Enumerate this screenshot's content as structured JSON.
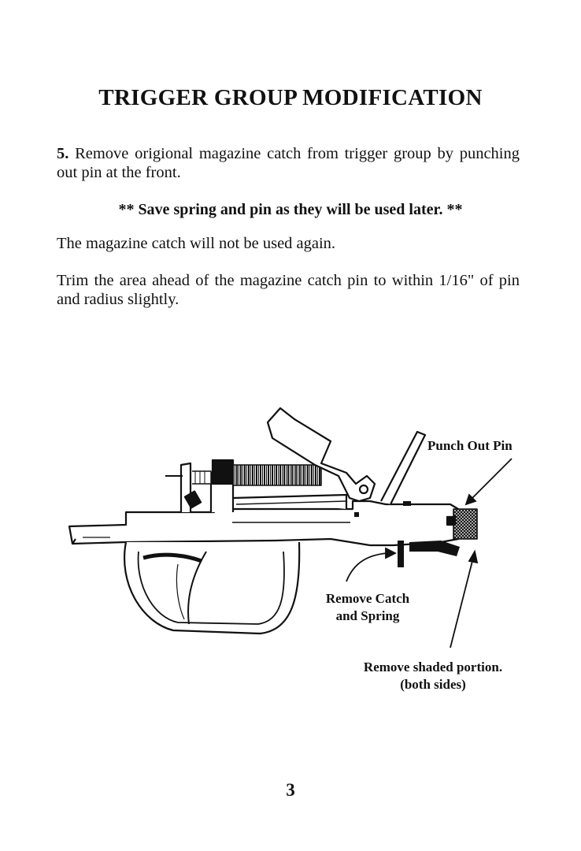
{
  "page": {
    "title": "TRIGGER GROUP MODIFICATION",
    "step_number": "5.",
    "step_text": "Remove origional magazine catch from trigger group by punching out pin at the front.",
    "note": "** Save spring and pin as they will be used later. **",
    "para2": "The magazine catch will not be used again.",
    "para3": "Trim the area ahead of the magazine catch pin to within 1/16\" of pin and radius slightly.",
    "page_number": "3"
  },
  "diagram": {
    "labels": {
      "punch_out_pin": "Punch Out Pin",
      "remove_catch_line1": "Remove Catch",
      "remove_catch_line2": "and Spring",
      "remove_shaded_line1": "Remove shaded portion.",
      "remove_shaded_line2": "(both sides)"
    }
  }
}
